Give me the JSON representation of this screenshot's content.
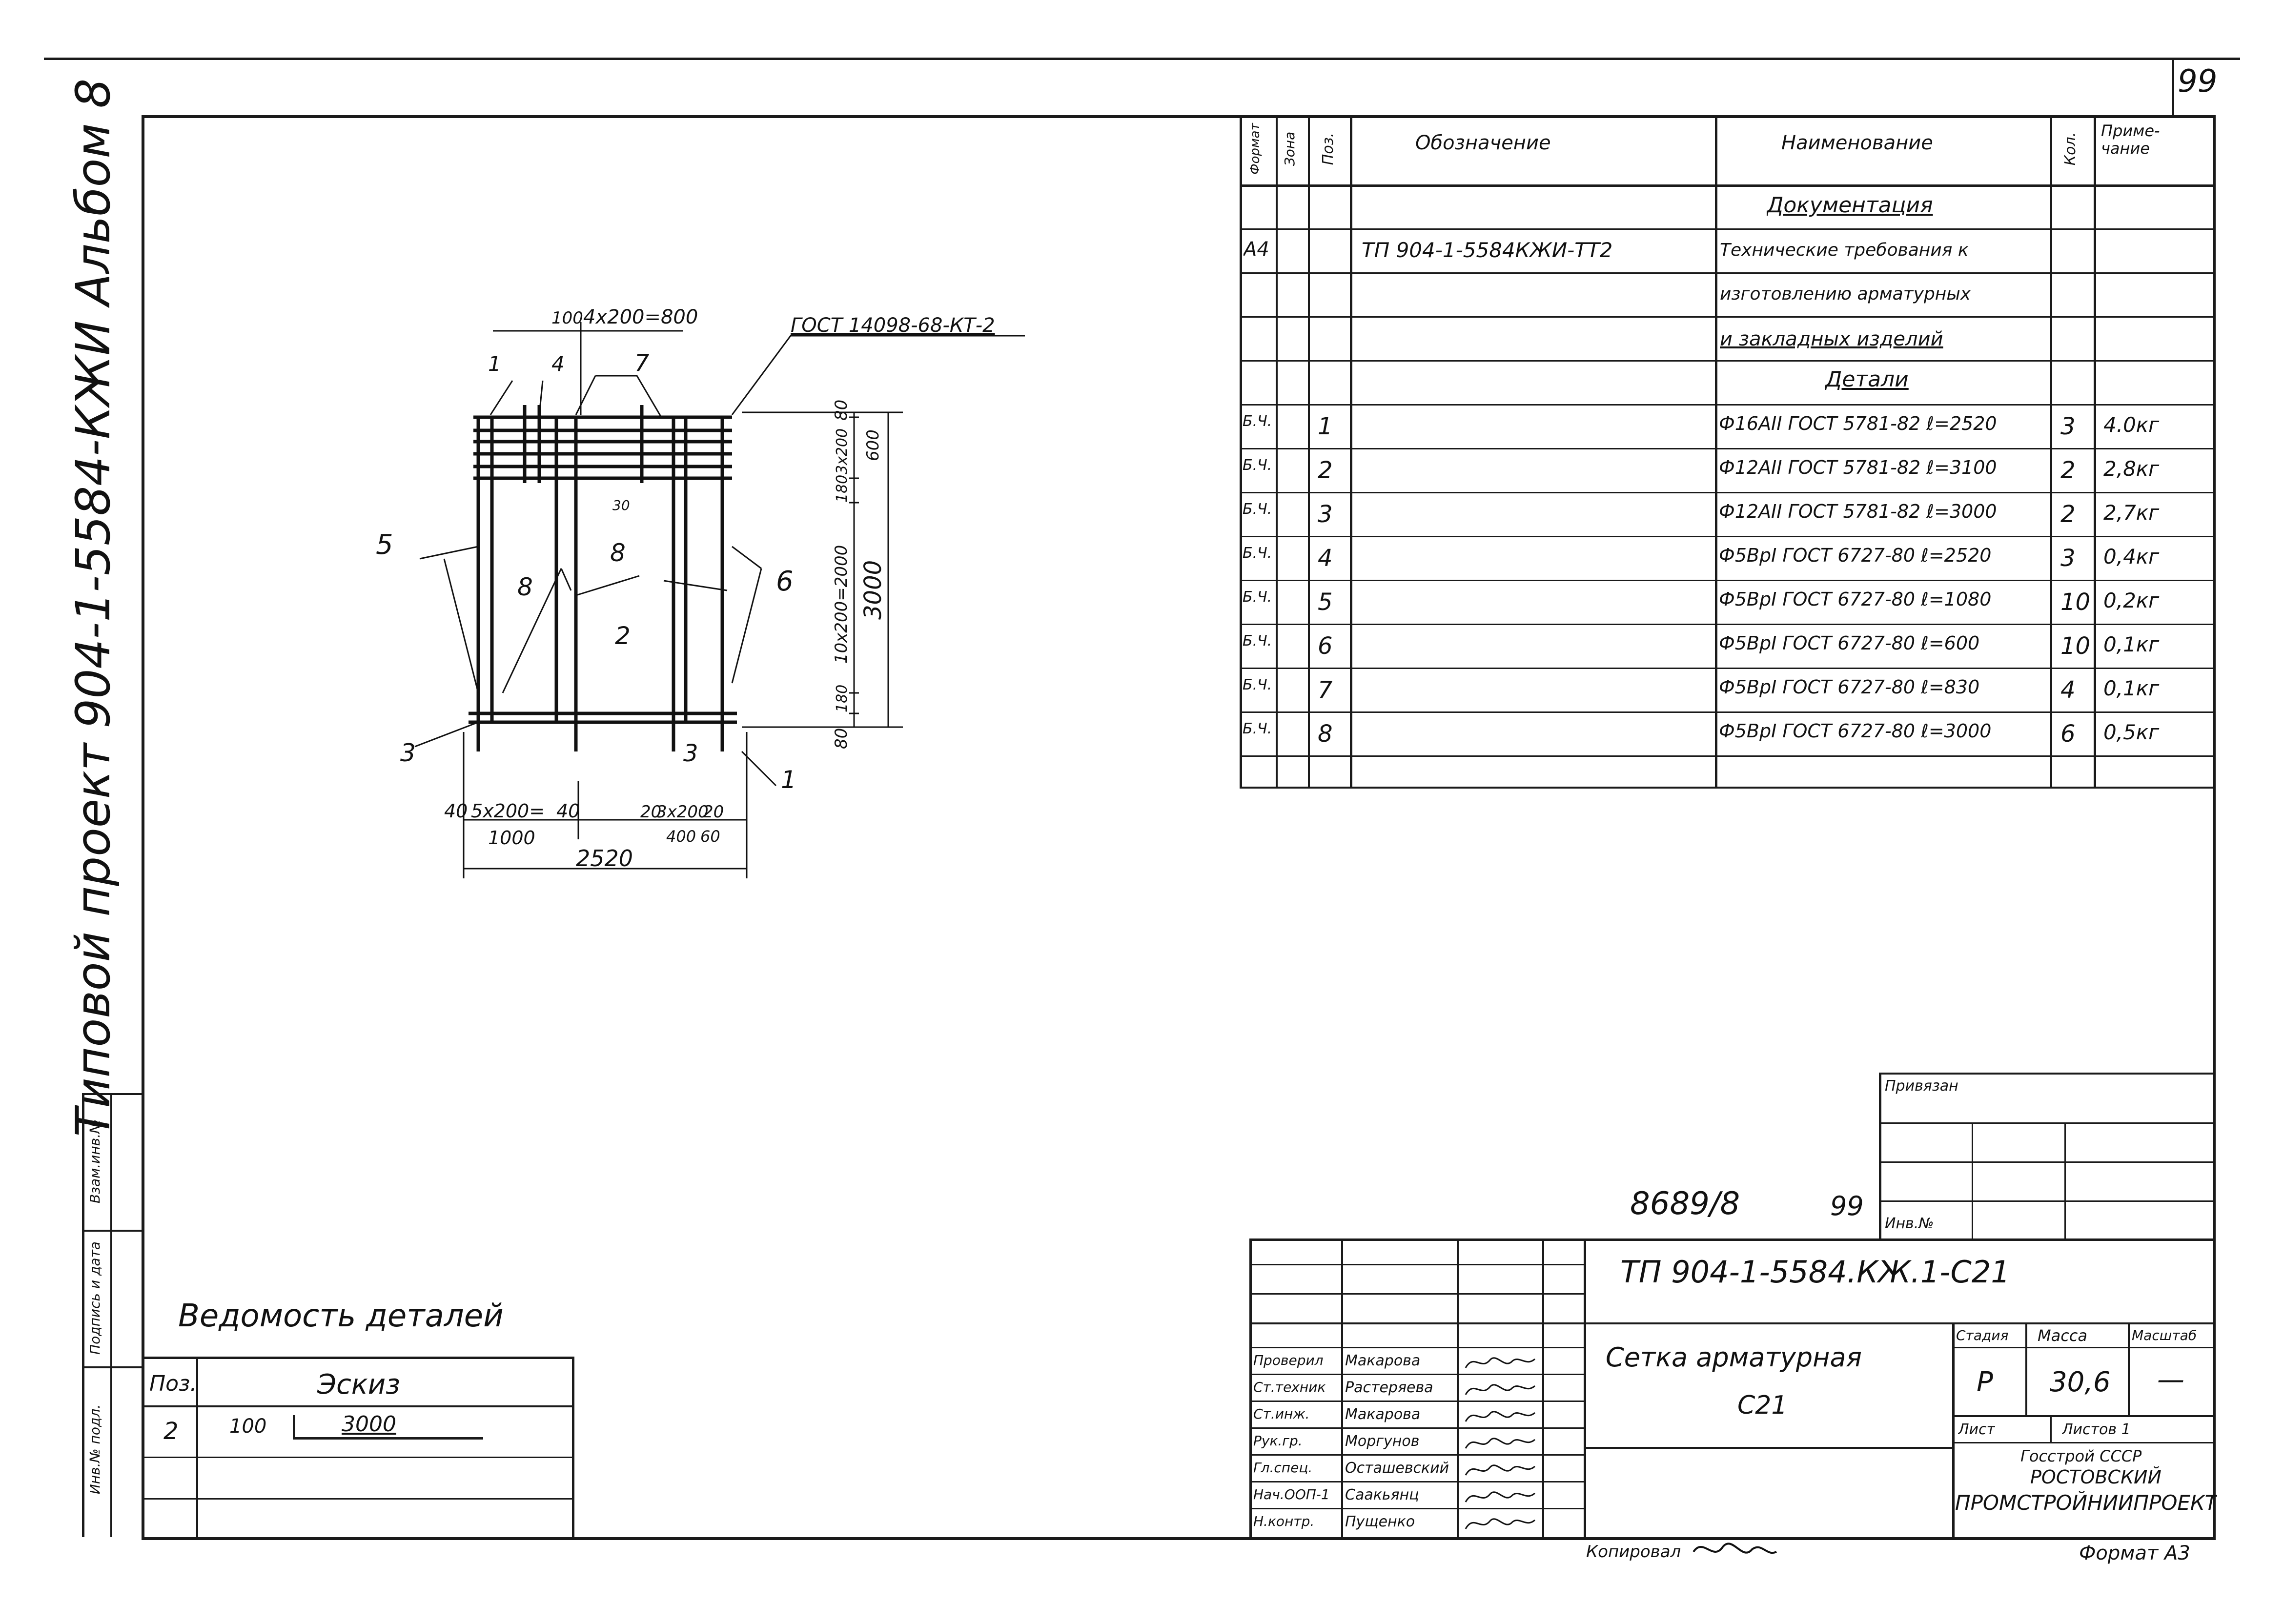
{
  "sheet_number": "99",
  "left_margin_title": "Типовой проект 904-1-5584-КЖИ  Альбом 8",
  "left_strip_labels": [
    "Инв.№ подл.",
    "Подпись и дата",
    "Взам.инв.№"
  ],
  "spec_table": {
    "headers": {
      "format": "Формат",
      "zone": "Зона",
      "pos": "Поз.",
      "designation": "Обозначение",
      "name": "Наименование",
      "qty": "Кол.",
      "note": "Приме-чание"
    },
    "section_documentation": "Документация",
    "doc_row": {
      "format": "А4",
      "designation": "ТП 904-1-5584КЖИ-ТТ2",
      "name_lines": [
        "Технические требования к",
        "изготовлению арматурных",
        "и закладных изделий"
      ]
    },
    "section_details": "Детали",
    "rows": [
      {
        "format": "Б.Ч.",
        "pos": "1",
        "name": "Ф16АII ГОСТ 5781-82 ℓ=2520",
        "qty": "3",
        "note": "4.0кг"
      },
      {
        "format": "Б.Ч.",
        "pos": "2",
        "name": "Ф12АII ГОСТ 5781-82 ℓ=3100",
        "qty": "2",
        "note": "2,8кг"
      },
      {
        "format": "Б.Ч.",
        "pos": "3",
        "name": "Ф12АII ГОСТ 5781-82 ℓ=3000",
        "qty": "2",
        "note": "2,7кг"
      },
      {
        "format": "Б.Ч.",
        "pos": "4",
        "name": "Ф5ВрI ГОСТ 6727-80 ℓ=2520",
        "qty": "3",
        "note": "0,4кг"
      },
      {
        "format": "Б.Ч.",
        "pos": "5",
        "name": "Ф5ВрI ГОСТ 6727-80 ℓ=1080",
        "qty": "10",
        "note": "0,2кг"
      },
      {
        "format": "Б.Ч.",
        "pos": "6",
        "name": "Ф5ВрI ГОСТ 6727-80 ℓ=600",
        "qty": "10",
        "note": "0,1кг"
      },
      {
        "format": "Б.Ч.",
        "pos": "7",
        "name": "Ф5ВрI ГОСТ 6727-80 ℓ=830",
        "qty": "4",
        "note": "0,1кг"
      },
      {
        "format": "Б.Ч.",
        "pos": "8",
        "name": "Ф5ВрI ГОСТ 6727-80 ℓ=3000",
        "qty": "6",
        "note": "0,5кг"
      }
    ]
  },
  "drawing": {
    "labels": {
      "top_dim": "4х200=800",
      "top_small": "100",
      "gost_weld": "ГОСТ 14098-68-КТ-2",
      "pos1": "1",
      "pos2": "2",
      "pos3": "3",
      "pos4": "4",
      "pos5": "5",
      "pos6": "6",
      "pos7": "7",
      "pos8": "8",
      "right_dims": [
        "80",
        "3х200",
        "600",
        "180",
        "10х200=2000",
        "180",
        "80"
      ],
      "total_height": "3000",
      "small_30": "30",
      "bottom_dims": [
        "40",
        "5х200=",
        "40",
        "20",
        "3х200",
        "20"
      ],
      "bottom_sub": [
        "1000",
        "400",
        "60"
      ],
      "total_width": "2520"
    }
  },
  "details_list": {
    "title": "Ведомость деталей",
    "header_pos": "Поз.",
    "header_sketch": "Эскиз",
    "row_pos": "2",
    "row_left": "100",
    "row_right": "3000"
  },
  "stamp": {
    "inv_number_hand": "8689/8",
    "inv_sheet": "99",
    "privyazan": "Привязан",
    "inv_no_label": "Инв.№",
    "designation": "ТП 904-1-5584.КЖ.1-С21",
    "title_line1": "Сетка арматурная",
    "title_line2": "С21",
    "stadiya_label": "Стадия",
    "massa_label": "Масса",
    "masshtab_label": "Масштаб",
    "stadiya": "Р",
    "massa": "30,6",
    "masshtab": "—",
    "list_label": "Лист",
    "listov_label": "Листов 1",
    "org_line1": "Госстрой СССР",
    "org_line2": "РОСТОВСКИЙ",
    "org_line3": "ПРОМСТРОЙНИИПРОЕКТ",
    "signers": [
      {
        "role": "Проверил",
        "name": "Макарова"
      },
      {
        "role": "Ст.техник",
        "name": "Растеряева"
      },
      {
        "role": "Ст.инж.",
        "name": "Макарова"
      },
      {
        "role": "Рук.гр.",
        "name": "Моргунов"
      },
      {
        "role": "Гл.спец.",
        "name": "Осташевский"
      },
      {
        "role": "Нач.ООП-1",
        "name": "Саакьянц"
      },
      {
        "role": "Н.контр.",
        "name": "Пущенко"
      }
    ],
    "copied": "Копировал",
    "format": "Формат А3"
  }
}
